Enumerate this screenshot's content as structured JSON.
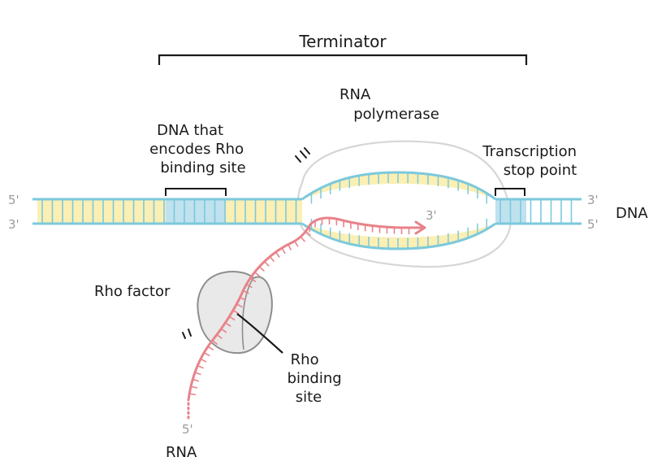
{
  "title": "Terminator",
  "labels": {
    "rna_polymerase": [
      "RNA",
      "polymerase"
    ],
    "dna_rho_site": [
      "DNA that",
      "encodes Rho",
      "binding site"
    ],
    "stop_point": [
      "Transcription",
      "stop point"
    ],
    "dna": "DNA",
    "rho_factor": "Rho factor",
    "rho_binding_site": [
      "Rho",
      "binding",
      "site"
    ],
    "rna": "RNA"
  },
  "strand_ends": {
    "top_left": "5'",
    "bottom_left": "3'",
    "top_right": "3'",
    "bottom_right": "5'",
    "rna_3prime": "3'",
    "rna_5prime": "5'"
  },
  "colors": {
    "dna_strand": "#7cc9dc",
    "dna_fill": "#fbefb4",
    "rho_site_fill": "#bfe2ee",
    "rna": "#e8838a",
    "polymerase": "#d6d6d6",
    "rho_factor_fill": "#e9e9e9",
    "rho_factor_stroke": "#8e8e8e",
    "ink": "#1a1a1a",
    "end_label": "#9a9a9a"
  }
}
